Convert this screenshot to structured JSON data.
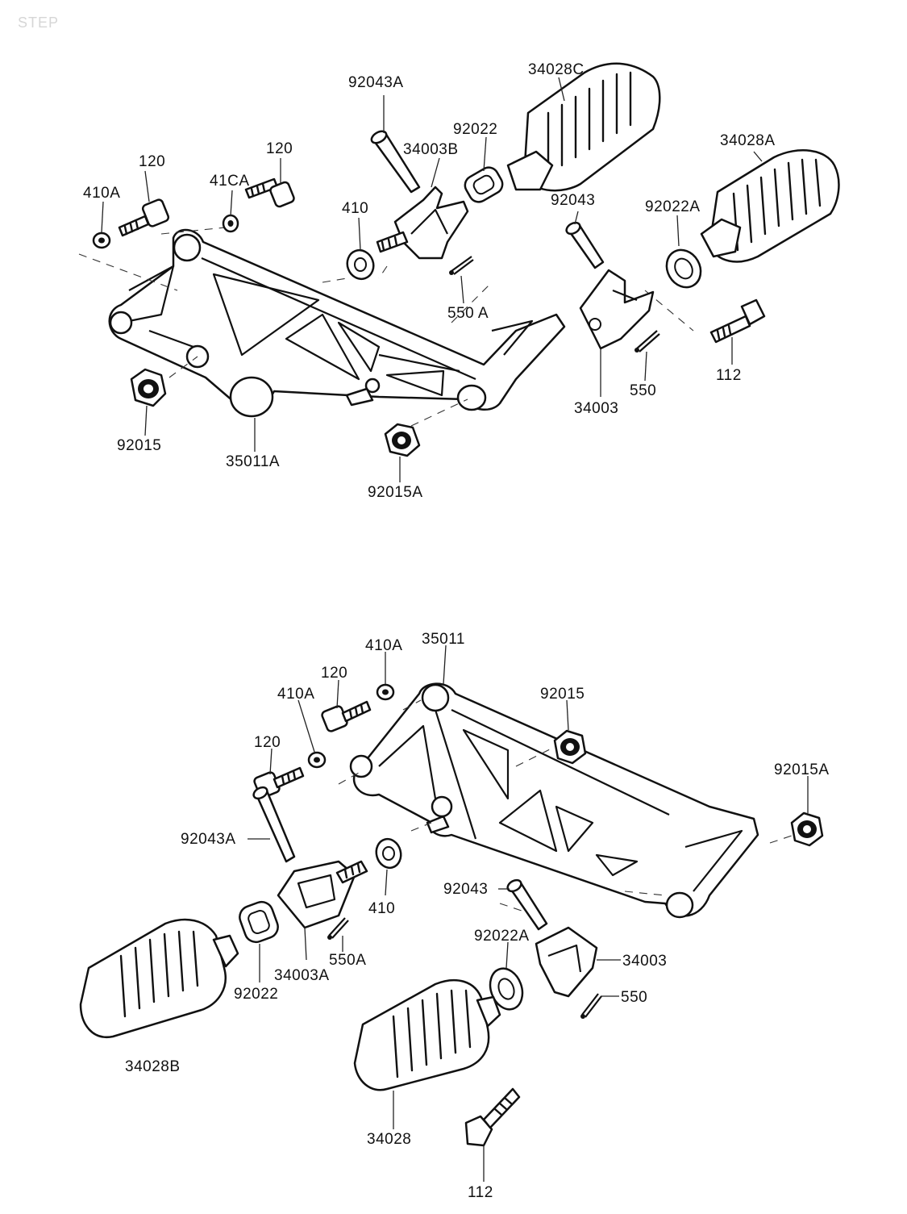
{
  "header": {
    "corner_text": "STEP"
  },
  "labels": {
    "top": {
      "p92043A": "92043A",
      "p34028C": "34028C",
      "p92022": "92022",
      "p34003B": "34003B",
      "p120a": "120",
      "p120b": "120",
      "p410A": "410A",
      "p41CA": "41CA",
      "p410": "410",
      "p34028A": "34028A",
      "p92043": "92043",
      "p92022A": "92022A",
      "p550A": "550 A",
      "p112": "112",
      "p550": "550",
      "p34003": "34003",
      "p92015": "92015",
      "p35011A": "35011A",
      "p92015A": "92015A"
    },
    "bottom": {
      "p410A_a": "410A",
      "p35011": "35011",
      "p120a": "120",
      "p410A_b": "410A",
      "p92015": "92015",
      "p120b": "120",
      "p92015A": "92015A",
      "p92043A": "92043A",
      "p410": "410",
      "p92043": "92043",
      "p550A": "550A",
      "p92022A": "92022A",
      "p34003": "34003",
      "p92022": "92022",
      "p34003A": "34003A",
      "p550": "550",
      "p34028B": "34028B",
      "p34028": "34028",
      "p112": "112"
    }
  }
}
